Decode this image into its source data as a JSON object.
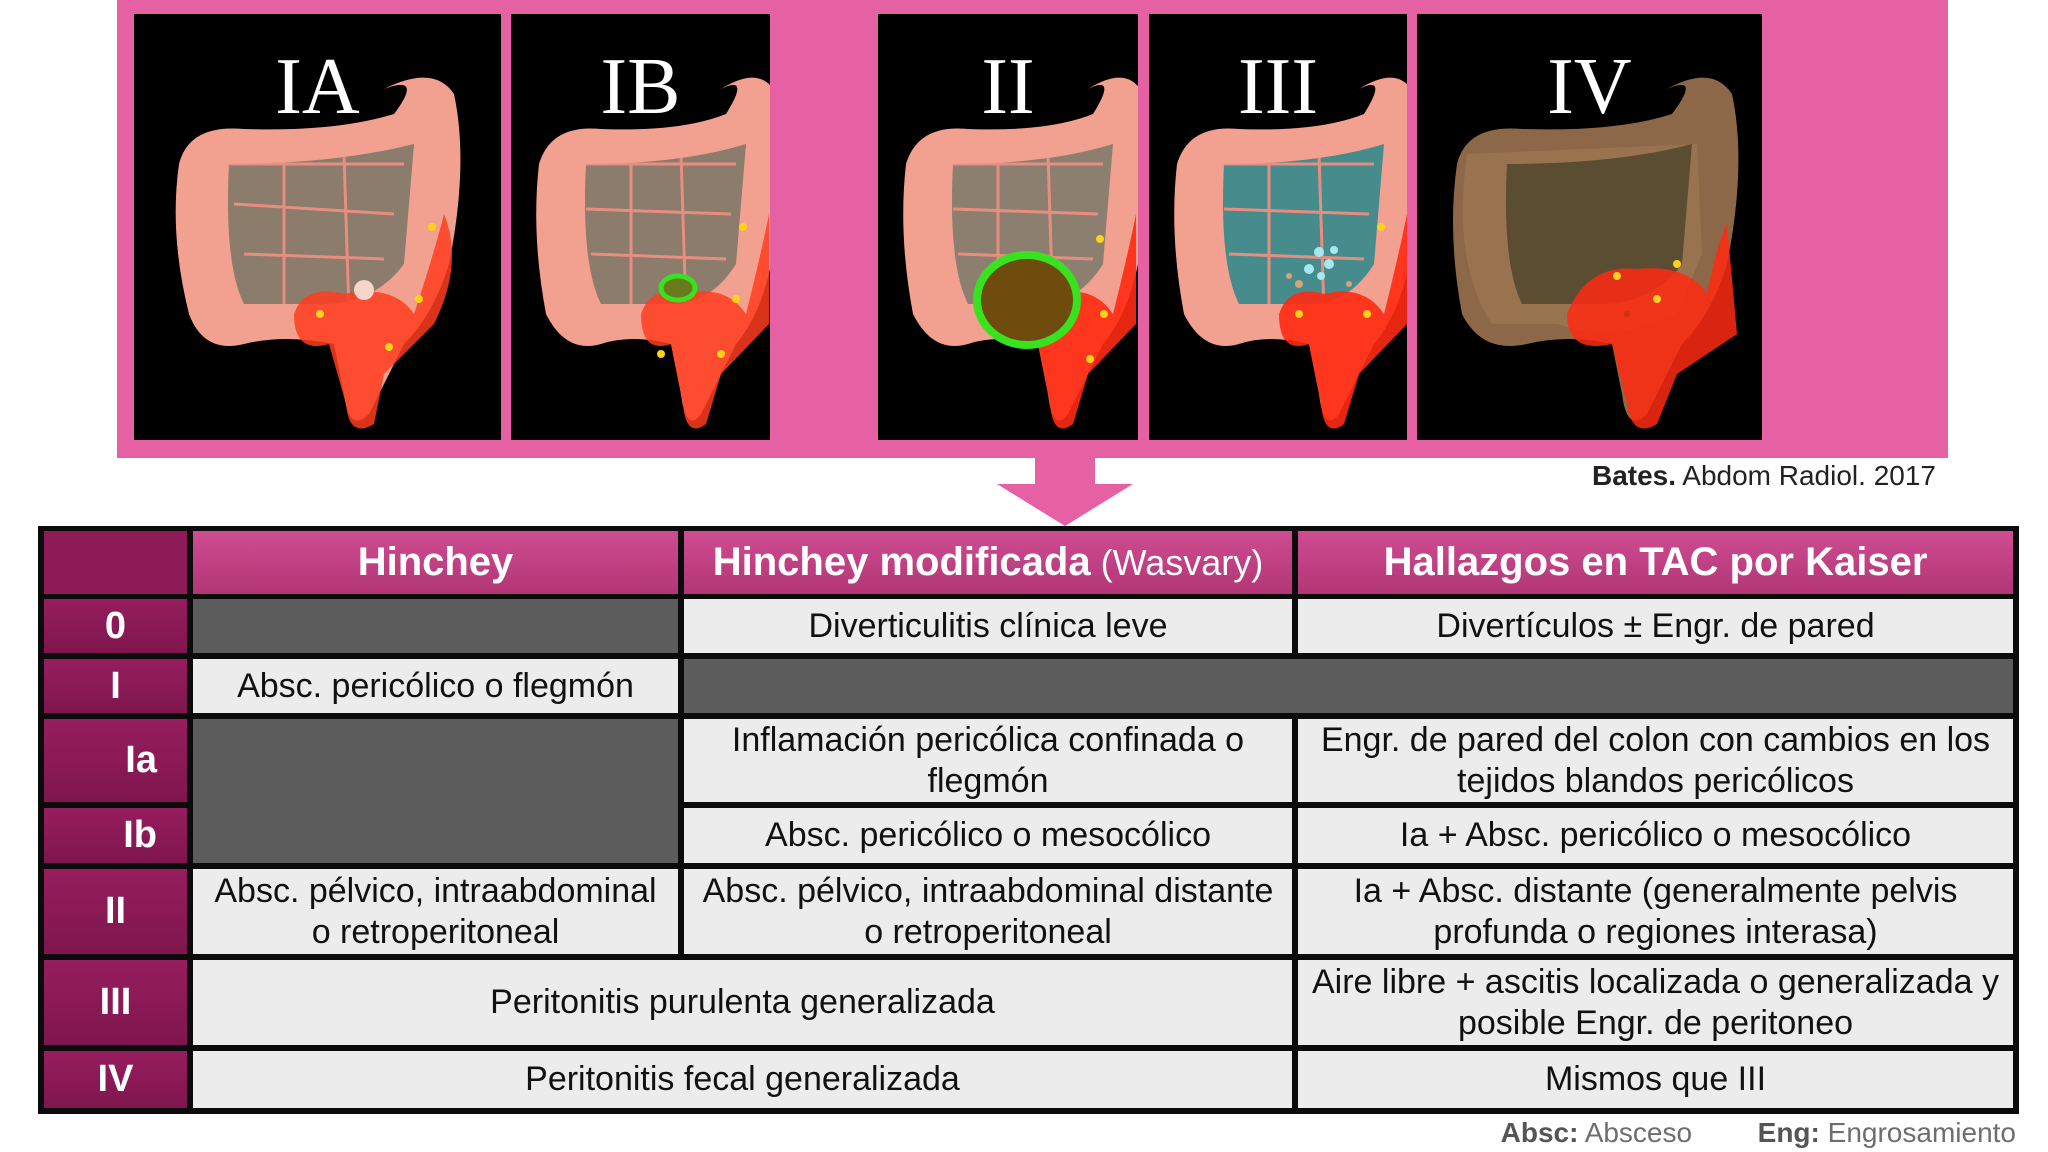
{
  "stages": [
    "IA",
    "IB",
    "II",
    "III",
    "IV"
  ],
  "citation": {
    "author": "Bates.",
    "source": "Abdom Radiol. 2017"
  },
  "table": {
    "headers": {
      "hinchey": "Hinchey",
      "modified": "Hinchey modificada",
      "modified_note": "(Wasvary)",
      "kaiser": "Hallazgos en TAC por Kaiser"
    },
    "rows": {
      "r0": {
        "label": "0",
        "modified": "Diverticulitis clínica leve",
        "kaiser": "Divertículos ± Engr. de pared"
      },
      "r1": {
        "label": "I",
        "hinchey": "Absc. pericólico o flegmón"
      },
      "r1a": {
        "label": "Ia",
        "modified": "Inflamación pericólica confinada o flegmón",
        "kaiser": "Engr. de pared del colon con cambios en los tejidos blandos pericólicos"
      },
      "r1b": {
        "label": "Ib",
        "modified": "Absc. pericólico o mesocólico",
        "kaiser": "Ia + Absc. pericólico o mesocólico"
      },
      "r2": {
        "label": "II",
        "hinchey": "Absc. pélvico, intraabdominal o retroperitoneal",
        "modified": "Absc. pélvico, intraabdominal distante o retroperitoneal",
        "kaiser": "Ia + Absc. distante (generalmente pelvis profunda o regiones interasa)"
      },
      "r3": {
        "label": "III",
        "merged": "Peritonitis purulenta generalizada",
        "kaiser": "Aire libre + ascitis localizada o generalizada y posible Engr. de peritoneo"
      },
      "r4": {
        "label": "IV",
        "merged": "Peritonitis fecal generalizada",
        "kaiser": "Mismos que III"
      }
    }
  },
  "footer": {
    "absc_key": "Absc:",
    "absc_val": "Absceso",
    "eng_key": "Eng:",
    "eng_val": "Engrosamiento"
  },
  "colors": {
    "panel_border": "#e561a3",
    "header": "#c24384",
    "row_label": "#8c1b58",
    "empty_cell": "#5c5c5c",
    "cell": "#ececec"
  }
}
